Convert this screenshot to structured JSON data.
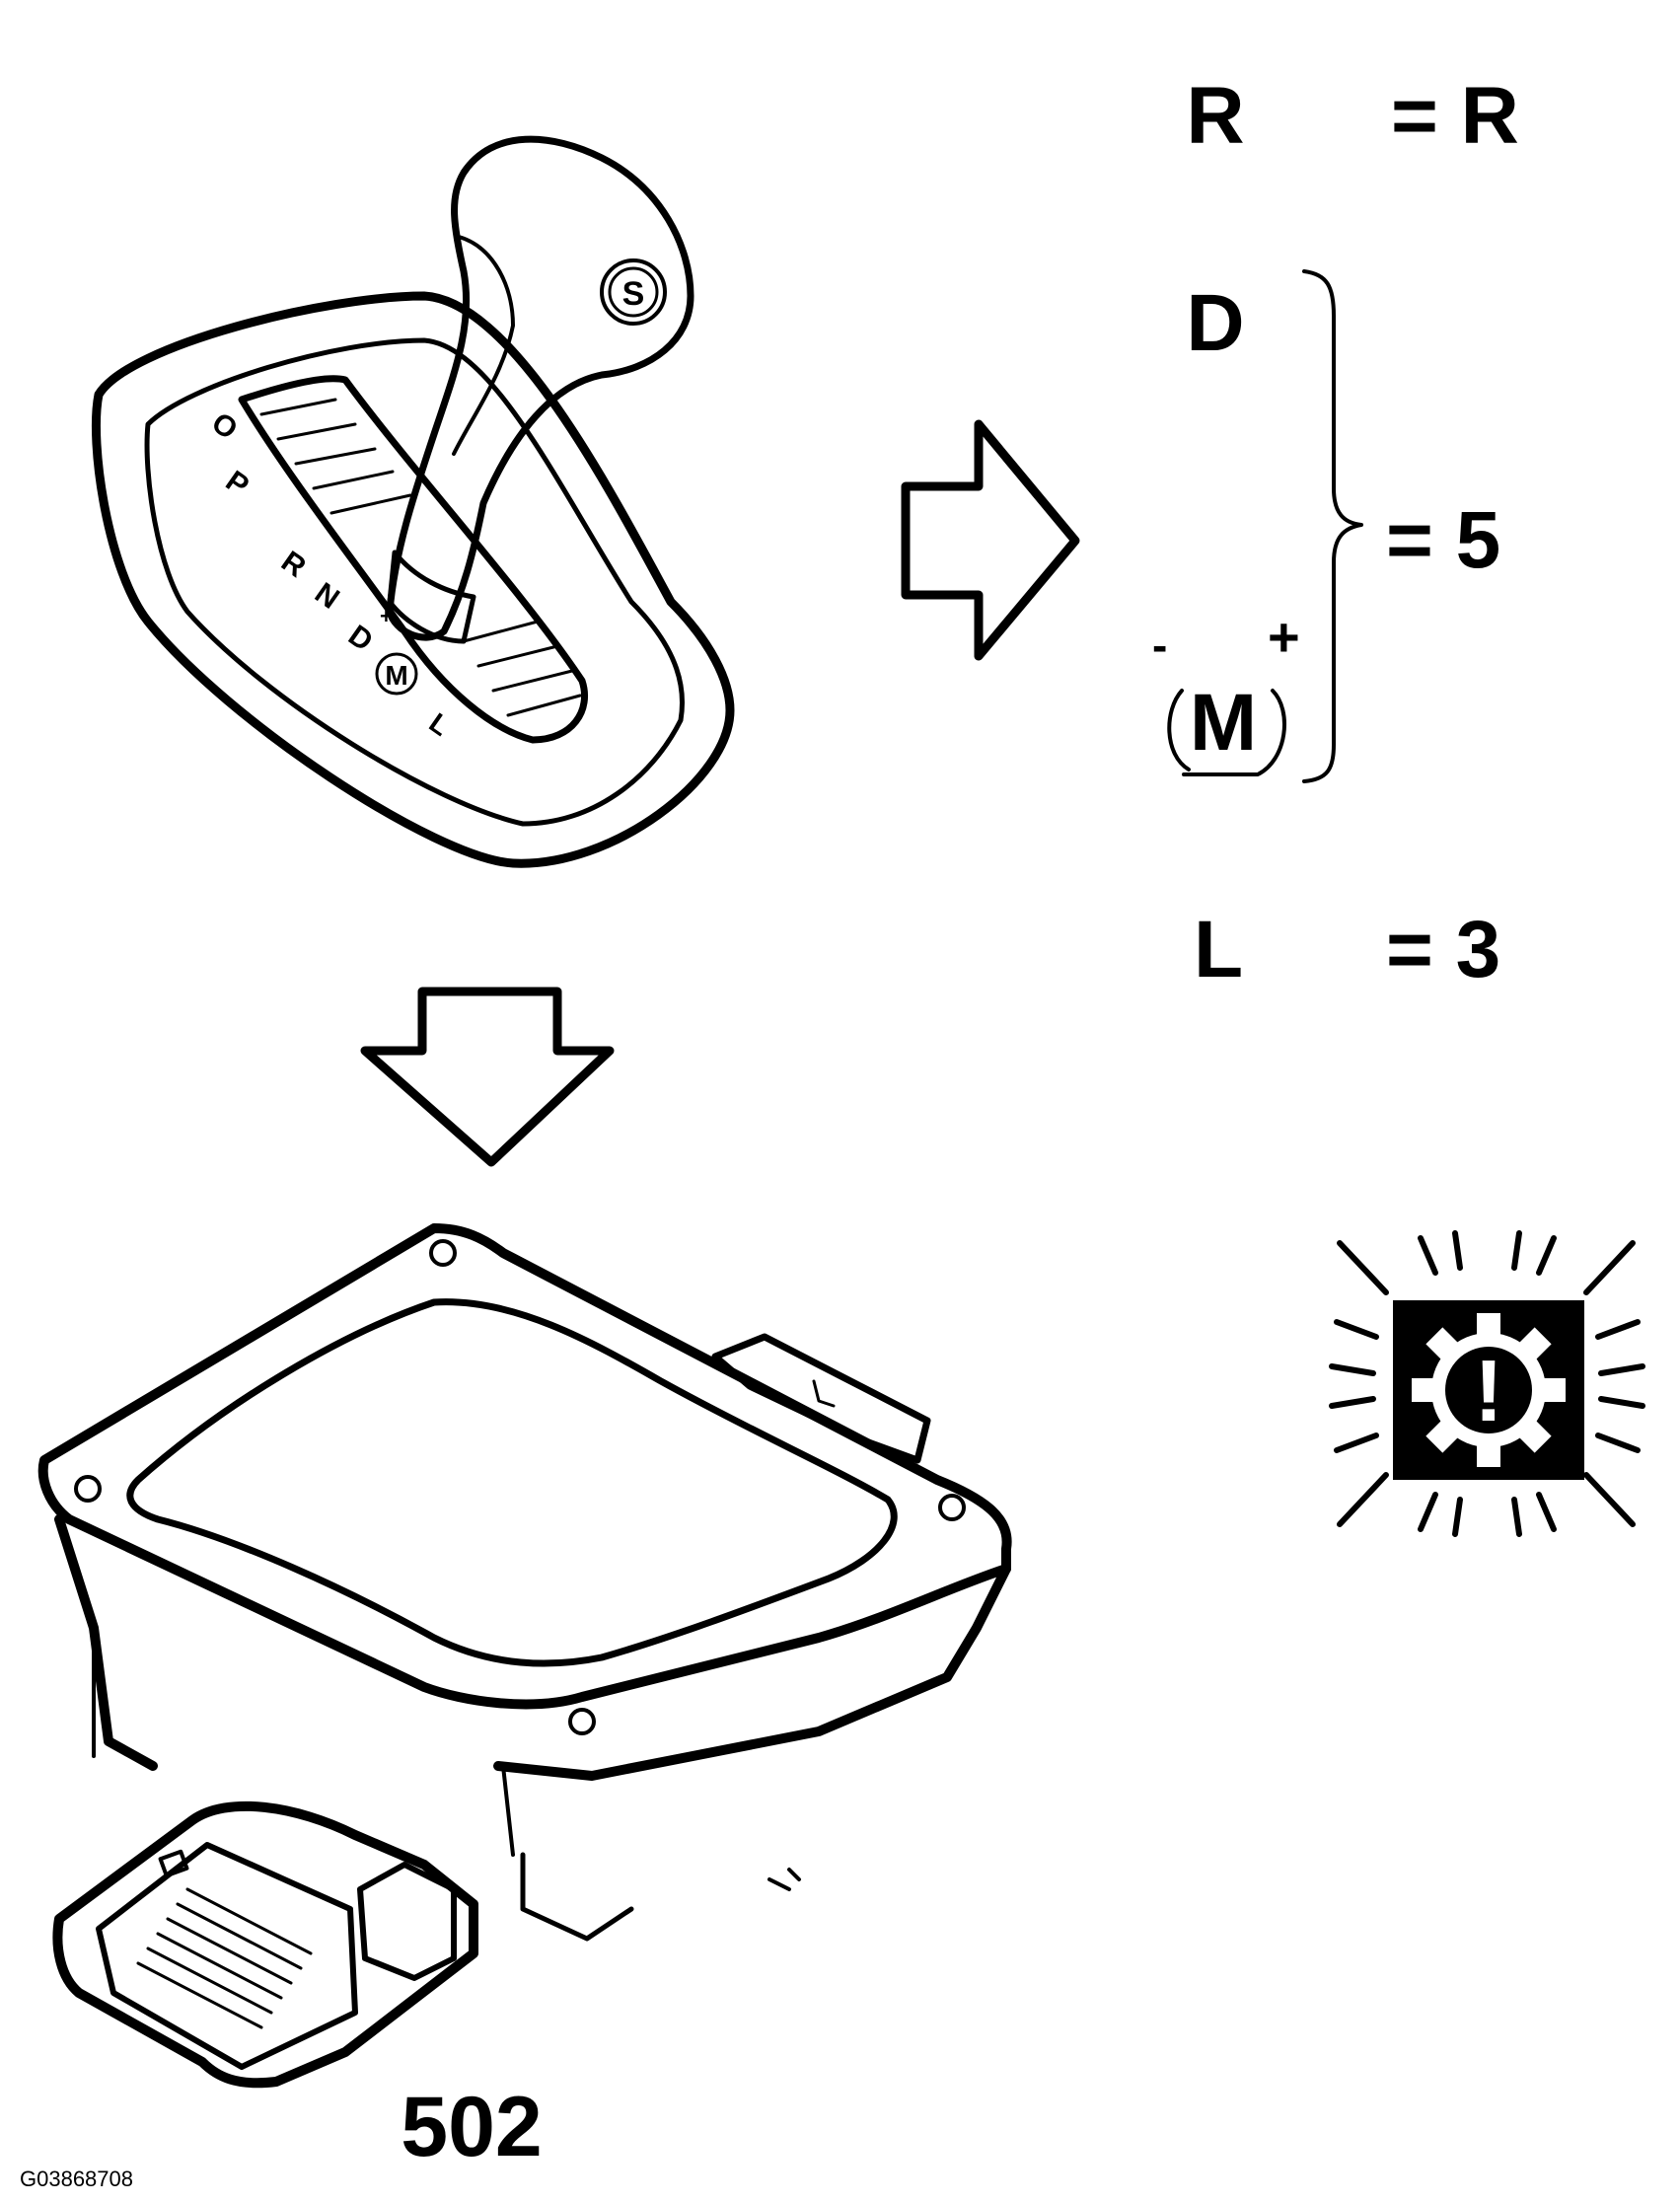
{
  "shifter": {
    "button_label": "S",
    "gate_labels": [
      "O",
      "P",
      "R",
      "N",
      "D",
      "M",
      "L"
    ],
    "gate_plus": "+"
  },
  "mapping": [
    {
      "selector": "R",
      "result": "= R"
    },
    {
      "selector": "D",
      "result": ""
    },
    {
      "selector": "M",
      "result": "= 5"
    },
    {
      "selector": "L",
      "result": "= 3"
    }
  ],
  "manual": {
    "minus": "-",
    "plus": "+"
  },
  "module_label": "502",
  "figure_id": "G03868708",
  "warning_icon": "transmission-warning-icon",
  "warning_symbol": "!"
}
